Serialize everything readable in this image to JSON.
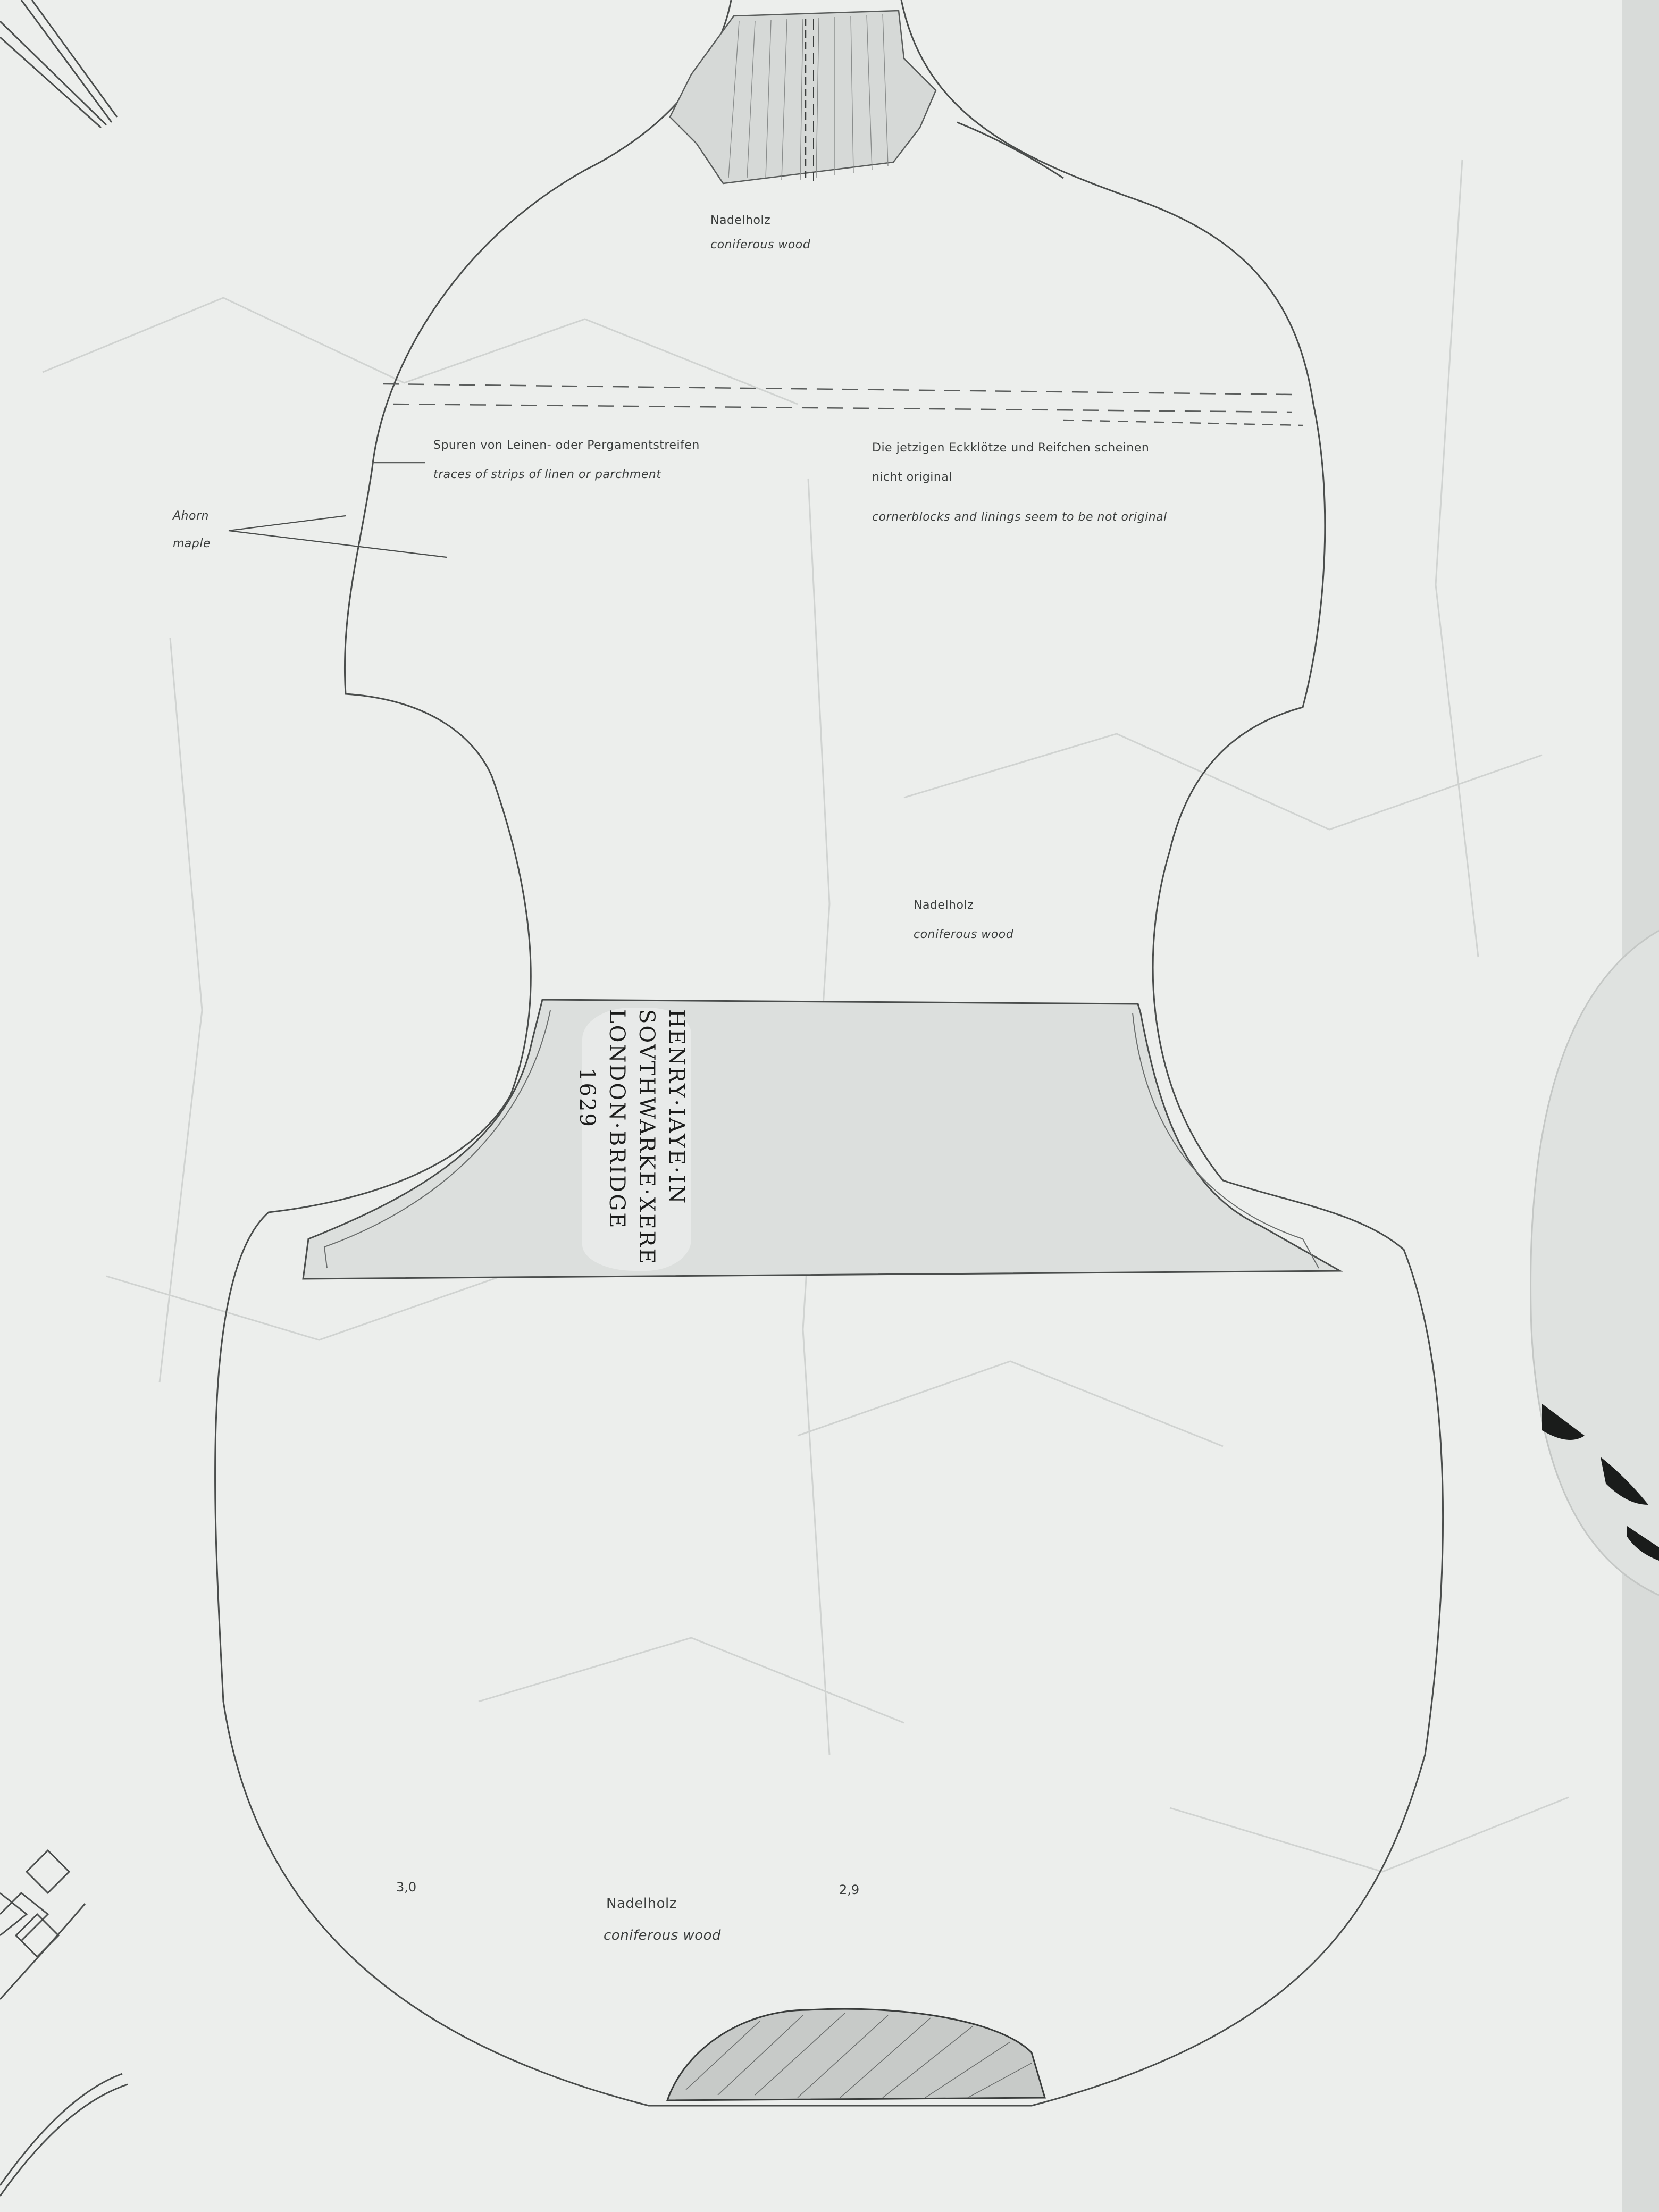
{
  "annotations": {
    "top_block_de": "Nadelholz",
    "top_block_en": "coniferous wood",
    "strips_de": "Spuren von Leinen- oder Pergamentstreifen",
    "strips_en": "traces of strips of linen or parchment",
    "blocks_de_1": "Die jetzigen Eckklötze und Reifchen scheinen",
    "blocks_de_2": "nicht original",
    "blocks_en": "cornerblocks and linings seem to be not original",
    "ribs_de": "Ahorn",
    "ribs_en": "maple",
    "middle_de": "Nadelholz",
    "middle_en": "coniferous wood",
    "bottom_de": "Nadelholz",
    "bottom_en": "coniferous wood"
  },
  "maker_label": {
    "line1": "HENRY·IAYE·IN",
    "line2": "SOVTHWARKE·XERE",
    "line3": "LONDON·BRIDGE",
    "line4": "1629"
  },
  "measurements": {
    "left": "3,0",
    "right": "2,9"
  },
  "colors": {
    "paper": "#eeefed",
    "line": "#4a4d4c"
  }
}
